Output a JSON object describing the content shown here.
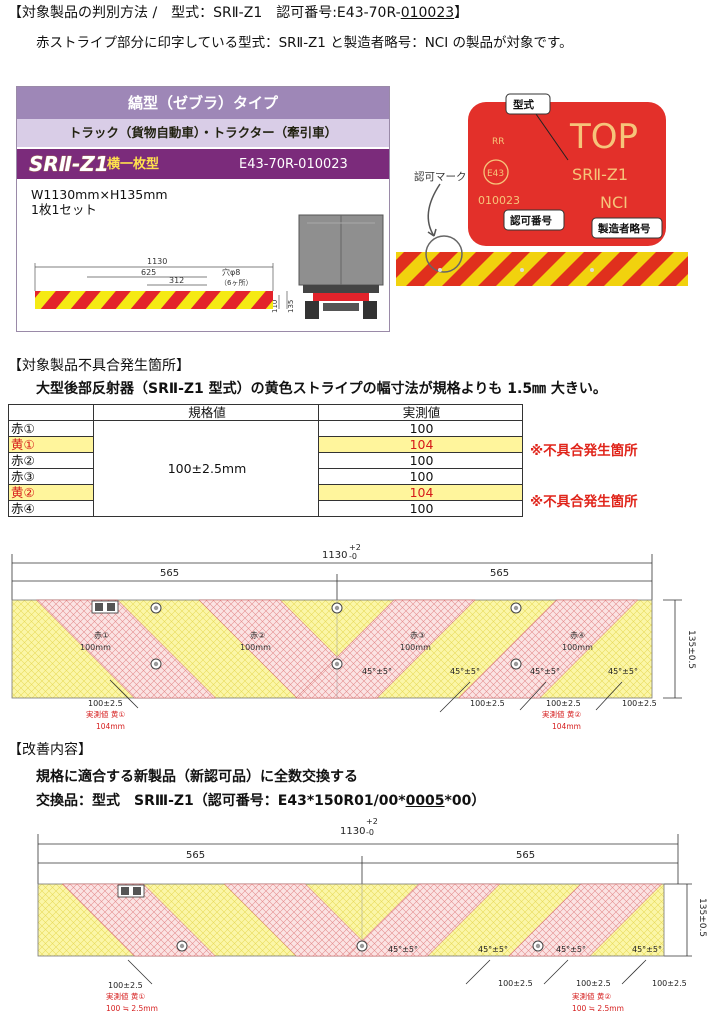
{
  "section1": {
    "heading": "【対象製品の判別方法 /　型式：SRⅡ-Z1　認可番号:E43-70R-",
    "heading_underlined": "010023",
    "heading_close": "】",
    "text": "赤ストライプ部分に印字している型式：SRⅡ-Z1 と製造者略号：NCI の製品が対象です。"
  },
  "catalog": {
    "title": "縞型（ゼブラ）タイプ",
    "vehicle": "トラック（貨物自動車）・トラクター（牽引車）",
    "model": "SRⅡ-Z1",
    "model_type": "横一枚型",
    "cert": "E43-70R-010023",
    "size": "W1130mm×H135mm",
    "set": "1枚1セット",
    "dims": {
      "total": "1130",
      "inner": "625",
      "short": "312",
      "hole": "穴φ8",
      "hole_count": "（6ヶ所）",
      "h1": "110",
      "h2": "135"
    }
  },
  "plate": {
    "top": "TOP",
    "rr": "RR",
    "e_mark": "E43",
    "model": "SRⅡ-Z1",
    "cert_no": "010023",
    "maker": "NCI",
    "callout_model": "型式",
    "callout_cert": "認可番号",
    "callout_maker": "製造者略号",
    "callout_mark": "認可マーク"
  },
  "section2": {
    "heading": "【対象製品不具合発生箇所】",
    "text": "大型後部反射器（SRⅡ-Z1 型式）の黄色ストライプの幅寸法が規格よりも 1.5㎜ 大きい。"
  },
  "table": {
    "col_label": "",
    "col_spec": "規格値",
    "col_measured": "実測値",
    "spec_value": "100±2.5mm",
    "note": "※不具合発生箇所",
    "rows": [
      {
        "label": "赤①",
        "measured": "100",
        "defect": false
      },
      {
        "label": "黄①",
        "measured": "104",
        "defect": true
      },
      {
        "label": "赤②",
        "measured": "100",
        "defect": false
      },
      {
        "label": "赤③",
        "measured": "100",
        "defect": false
      },
      {
        "label": "黄②",
        "measured": "104",
        "defect": true
      },
      {
        "label": "赤④",
        "measured": "100",
        "defect": false
      }
    ]
  },
  "diagram1": {
    "total": "1130",
    "tol_plus": "+2",
    "tol_minus": "-0",
    "left_half": "565",
    "right_half": "565",
    "height": "135±0.5",
    "red_labels": [
      "赤①",
      "赤②",
      "赤③",
      "赤④"
    ],
    "red_width": "100mm",
    "angle": "45°±5°",
    "stripe_width": "100±2.5",
    "measured_label_1": "実測値 黄①",
    "measured_value_1": "104mm",
    "measured_label_2": "実測値 黄②",
    "measured_value_2": "104mm"
  },
  "section3": {
    "heading": "【改善内容】",
    "text1": "規格に適合する新製品（新認可品）に全数交換する",
    "text2_prefix": "交換品：型式　SRⅢ-Z1（認可番号：E43*150R01/00*",
    "text2_underlined": "0005",
    "text2_suffix": "*00）"
  },
  "diagram2": {
    "total": "1130",
    "tol_plus": "+2",
    "tol_minus": "-0",
    "left_half": "565",
    "right_half": "565",
    "height": "135±0.5",
    "angle": "45°±5°",
    "stripe_width": "100±2.5",
    "measured_label_1": "実測値 黄①",
    "measured_value_1": "100 ≒ 2.5mm",
    "measured_label_2": "実測値 黄②",
    "measured_value_2": "100 ≒ 2.5mm"
  },
  "colors": {
    "red": "#e3232b",
    "yellow": "#f5ea14",
    "purple": "#7b2b7b",
    "lavender": "#9e87b7",
    "defect_text": "#e0251b",
    "defect_fill": "#fff59c"
  }
}
